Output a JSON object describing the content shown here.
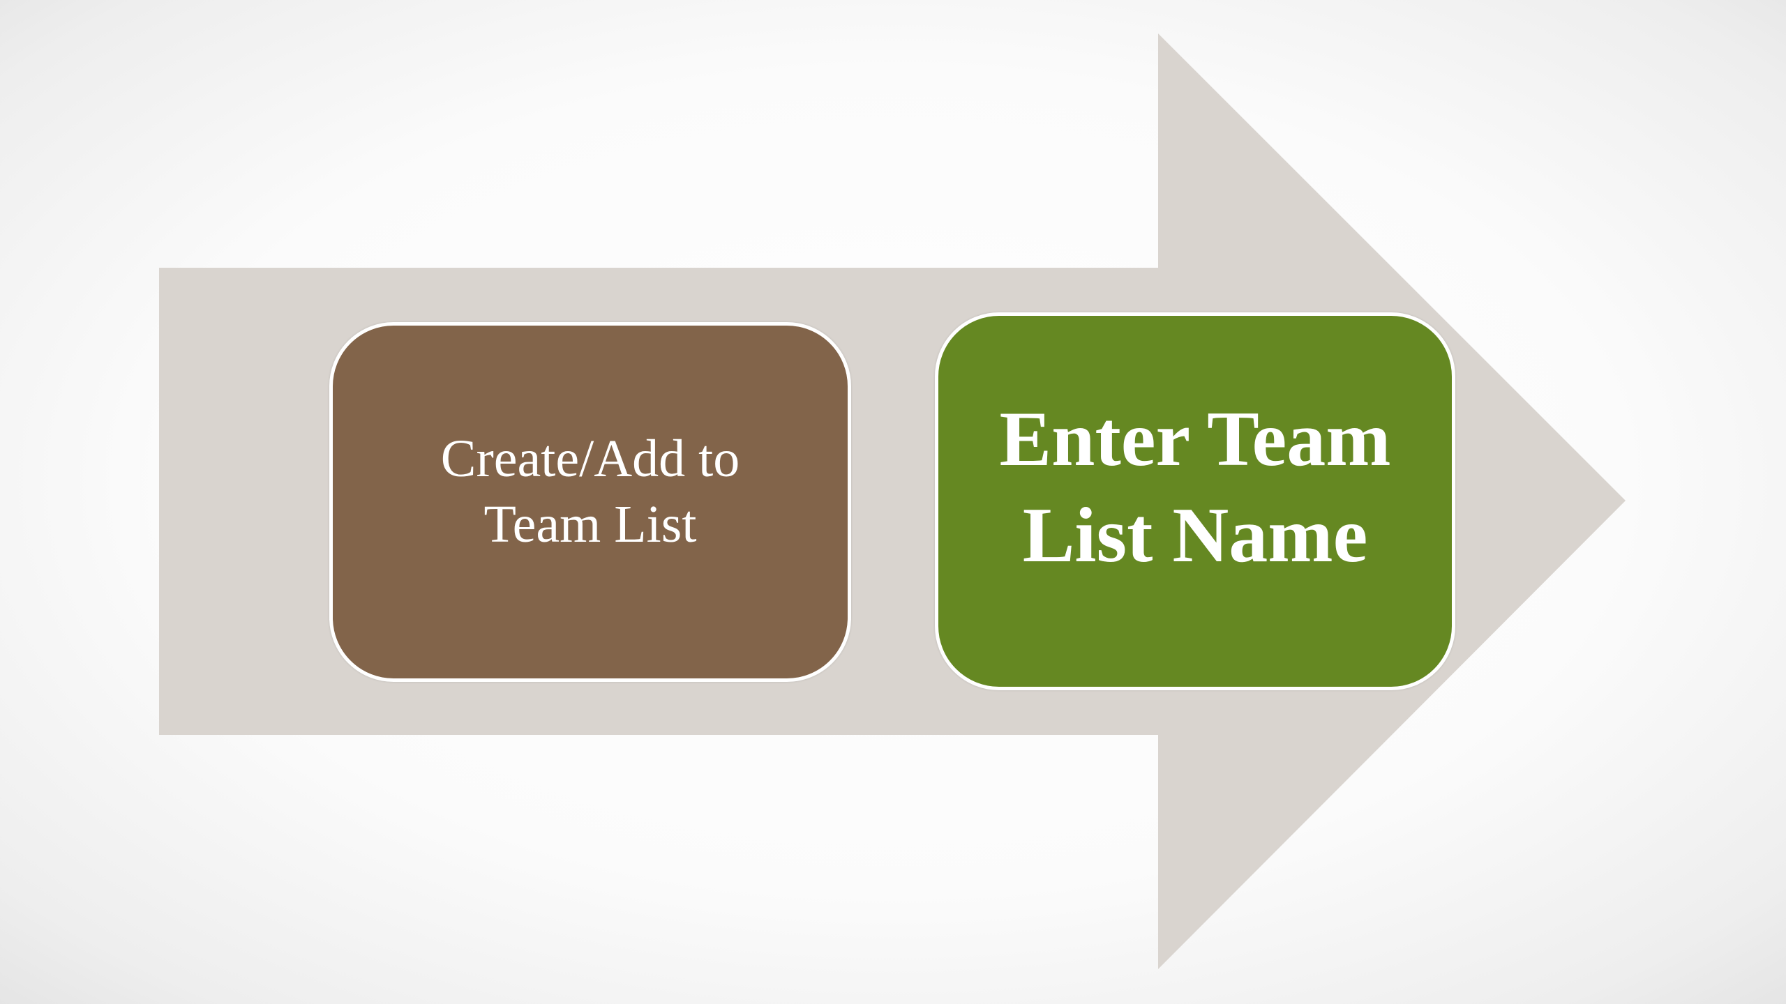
{
  "diagram": {
    "arrow_color": "#d9d4cf",
    "steps": [
      {
        "line1": "Create/Add to",
        "line2": "Team List",
        "fill": "#82644a"
      },
      {
        "line1": "Enter Team",
        "line2": "List Name",
        "fill": "#658822"
      }
    ]
  }
}
